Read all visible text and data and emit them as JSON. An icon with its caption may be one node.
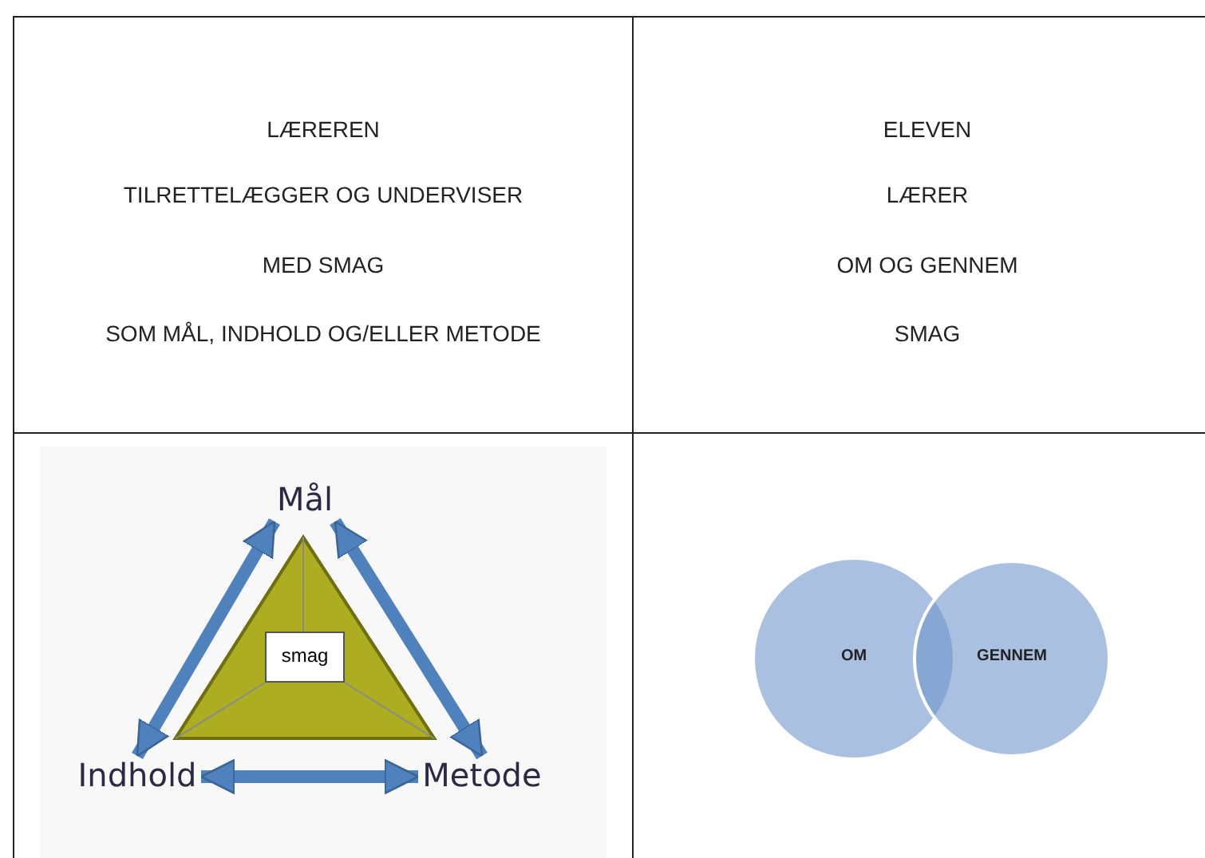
{
  "diagram": {
    "nodes": [
      {
        "text": [
          "LÆREREN",
          "TILRETTELÆGGER OG UNDERVISER",
          "MED SMAG",
          "SOM MÅL, INDHOLD OG/ELLER METODE"
        ]
      },
      {
        "text": [
          "ELEVEN",
          "LÆRER",
          "OM OG GENNEM",
          "SMAG"
        ]
      },
      {
        "text": [
          "Mål"
        ]
      },
      {
        "text": [
          "Indhold"
        ]
      },
      {
        "text": [
          "Metode"
        ]
      },
      {
        "text": [],
        "shape": "triangle"
      },
      {
        "text": [
          "smag"
        ],
        "in": 5
      },
      {
        "text": [
          "OM"
        ]
      },
      {
        "text": [
          "GENNEM"
        ]
      }
    ],
    "edges": [
      {
        "from": 3,
        "to": 2,
        "arrow": "both"
      },
      {
        "from": 2,
        "to": 4,
        "arrow": "both"
      },
      {
        "from": 3,
        "to": 4,
        "arrow": "both"
      }
    ]
  }
}
